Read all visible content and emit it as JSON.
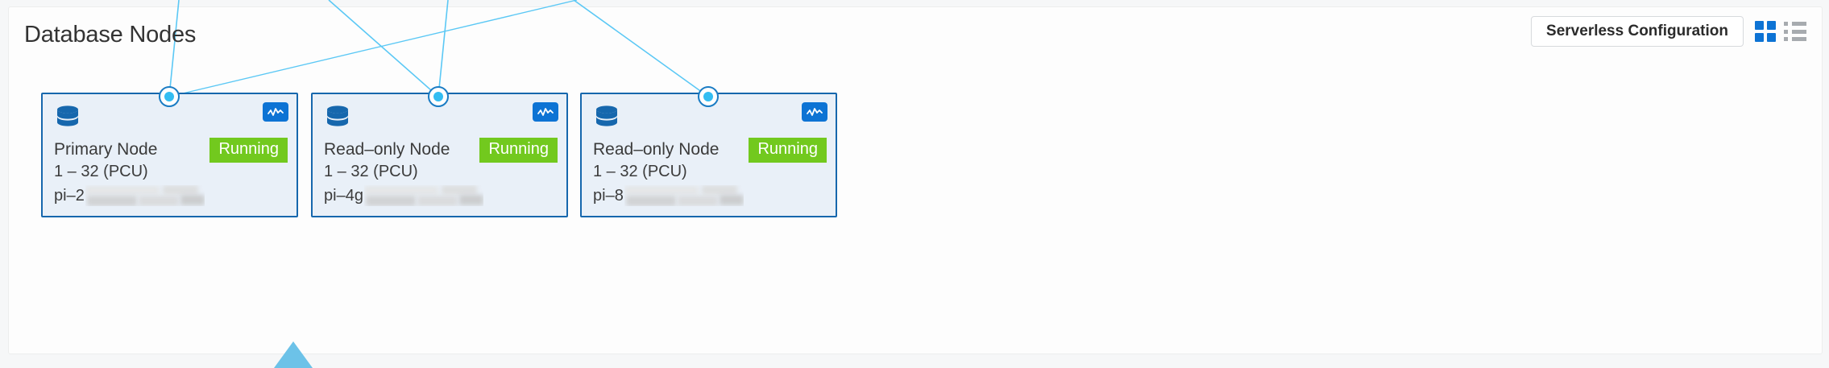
{
  "page": {
    "title": "Database Nodes",
    "background_color": "#f6f7f8",
    "panel_color": "#fdfdfd"
  },
  "toolbar": {
    "config_button_label": "Serverless Configuration",
    "grid_view_icon": "grid-view-icon",
    "list_view_icon": "list-view-icon",
    "grid_view_active": true,
    "grid_active_color": "#0d73d4",
    "list_inactive_color": "#a7abaf"
  },
  "theme": {
    "card_border": "#1667ad",
    "card_fill": "#e9f0f8",
    "status_running": "#72c91e",
    "connector_line": "#5bc8f5",
    "anchor_ring": "#1a7cc4",
    "anchor_center": "#33bdf2",
    "icon_blue": "#0d73d4"
  },
  "nodes": [
    {
      "icon": "database-icon",
      "metric_icon": "monitoring-chart-icon",
      "title": "Primary Node",
      "status": "Running",
      "capacity": "1 – 32 (PCU)",
      "id_prefix": "pi–2",
      "id_redacted": true
    },
    {
      "icon": "database-icon",
      "metric_icon": "monitoring-chart-icon",
      "title": "Read–only Node",
      "status": "Running",
      "capacity": "1 – 32 (PCU)",
      "id_prefix": "pi–4g",
      "id_redacted": true
    },
    {
      "icon": "database-icon",
      "metric_icon": "monitoring-chart-icon",
      "title": "Read–only Node",
      "status": "Running",
      "capacity": "1 – 32 (PCU)",
      "id_prefix": "pi–8",
      "id_redacted": true
    }
  ]
}
